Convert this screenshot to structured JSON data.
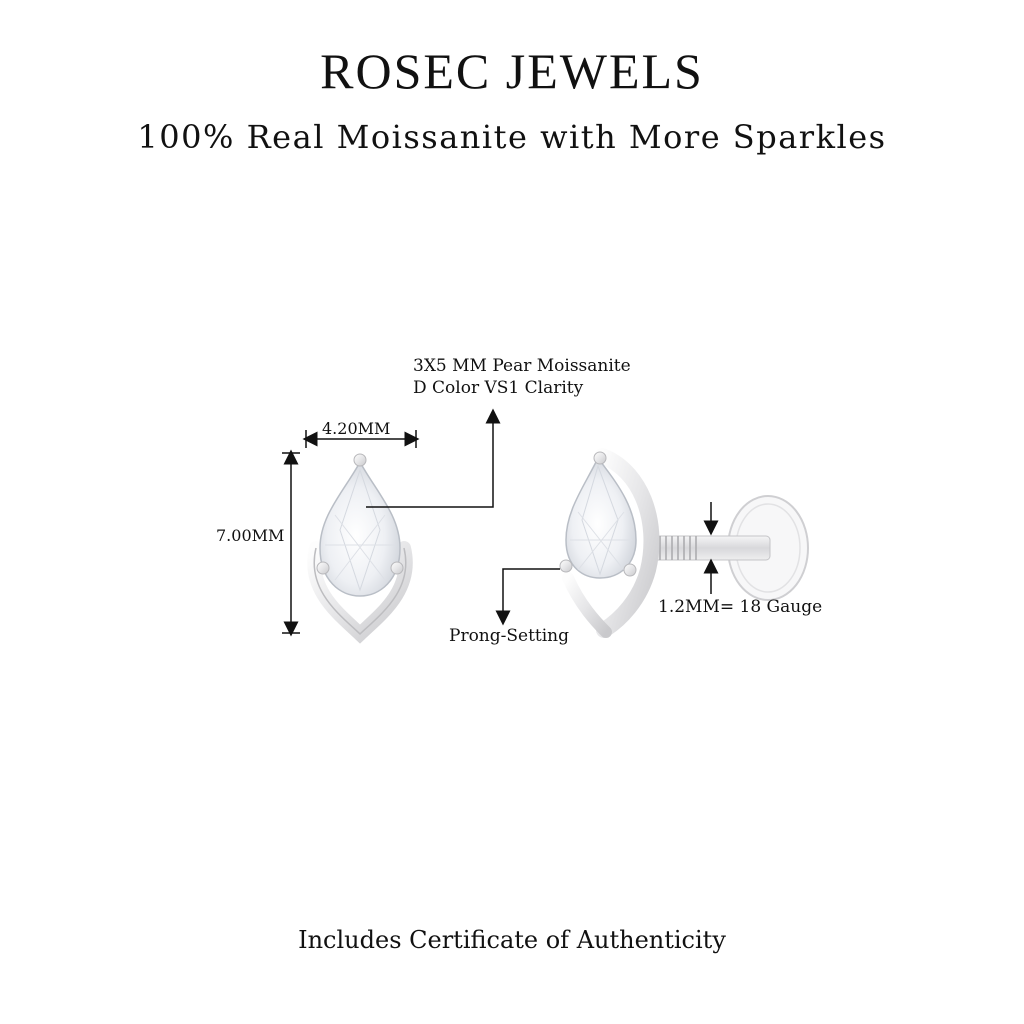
{
  "header": {
    "brand": "ROSEC JEWELS",
    "tagline": "100% Real Moissanite with More Sparkles"
  },
  "annotations": {
    "stone_line1": "3X5 MM Pear Moissanite",
    "stone_line2": "D Color VS1 Clarity",
    "width": "4.20MM",
    "height": "7.00MM",
    "setting": "Prong-Setting",
    "gauge": "1.2MM= 18 Gauge"
  },
  "footer": {
    "certificate": "Includes Certificate of Authenticity"
  },
  "colors": {
    "metal": "#e9e9ea",
    "metal_shadow": "#c8c8ca",
    "line": "#111111"
  }
}
